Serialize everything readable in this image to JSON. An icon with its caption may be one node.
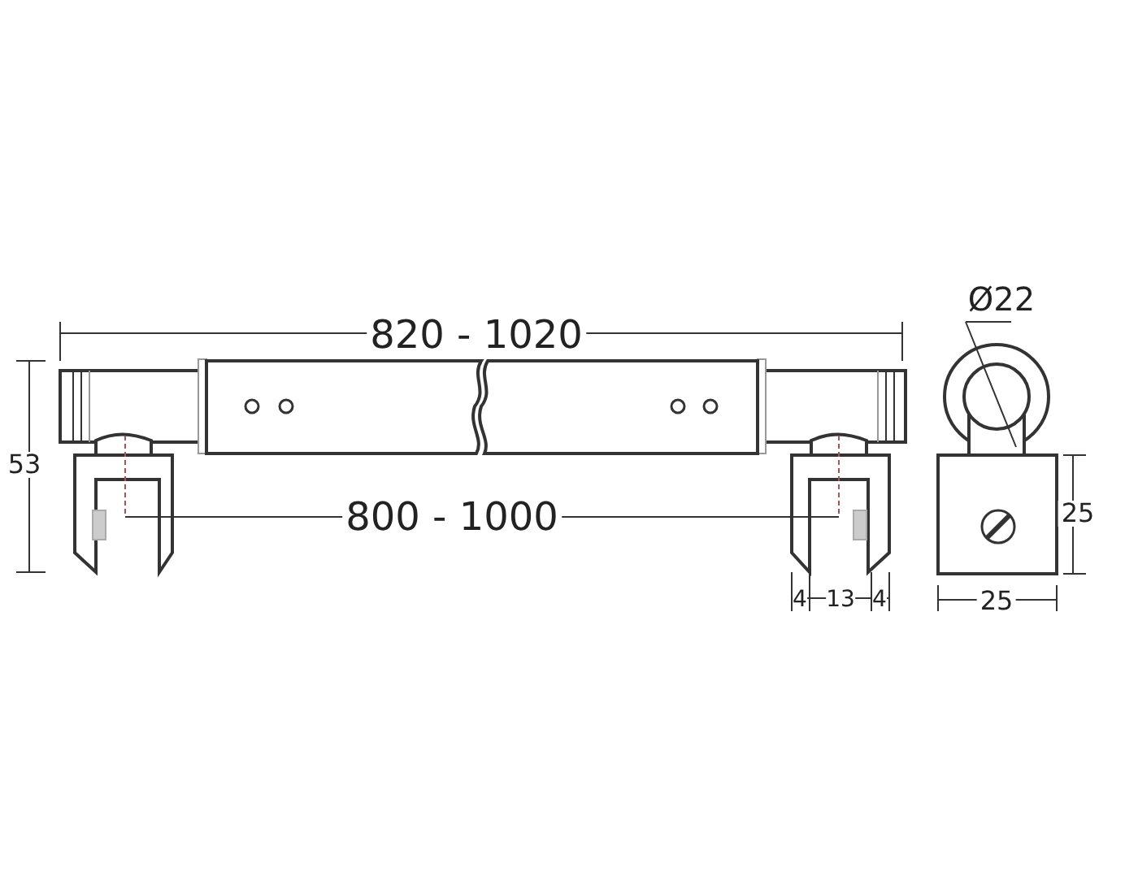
{
  "diagram": {
    "labels": [
      "Ø22",
      "820 - 1020",
      "53",
      "800 - 1000",
      "25",
      "4",
      "13",
      "4",
      "25"
    ]
  }
}
